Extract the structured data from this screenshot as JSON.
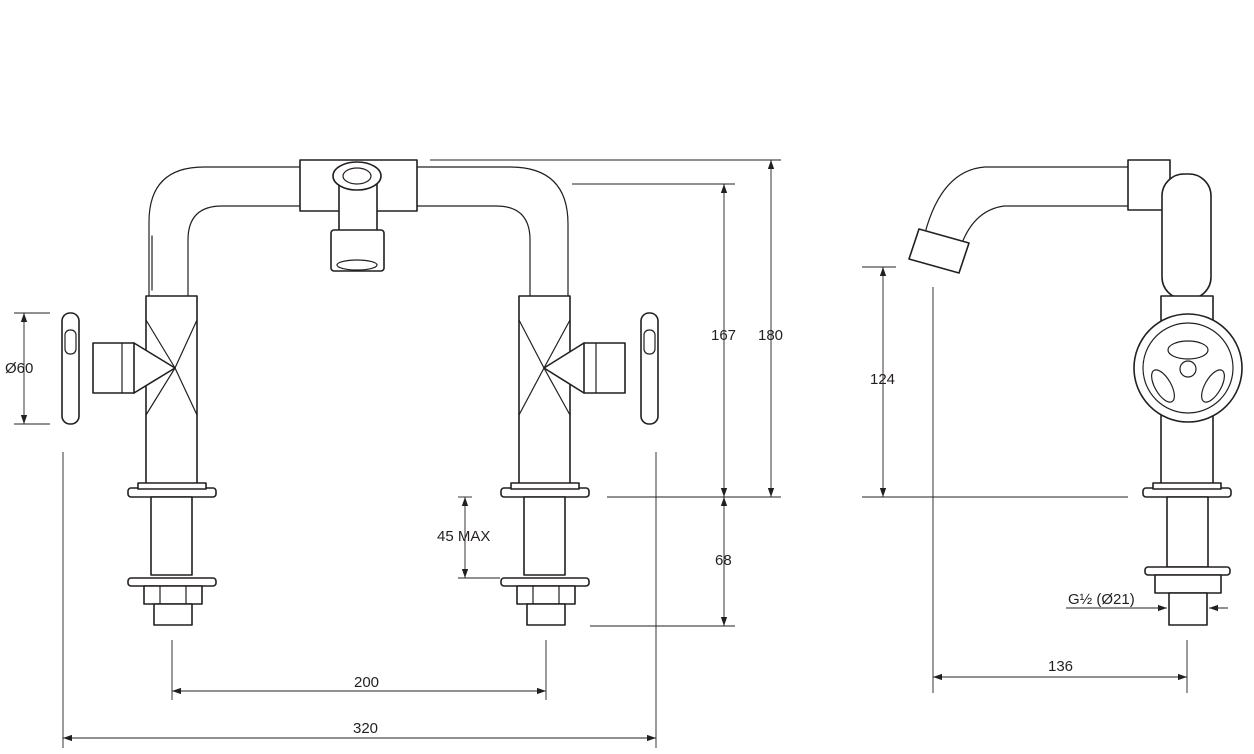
{
  "colors": {
    "line": "#231f20",
    "background": "#ffffff"
  },
  "dimensions": {
    "handle_diameter": "Ø60",
    "height_167": "167",
    "height_180": "180",
    "spout_height": "124",
    "max_thickness": "45 MAX",
    "shank_length": "68",
    "centres": "200",
    "overall_width": "320",
    "thread": "G½ (Ø21)",
    "projection": "136"
  }
}
